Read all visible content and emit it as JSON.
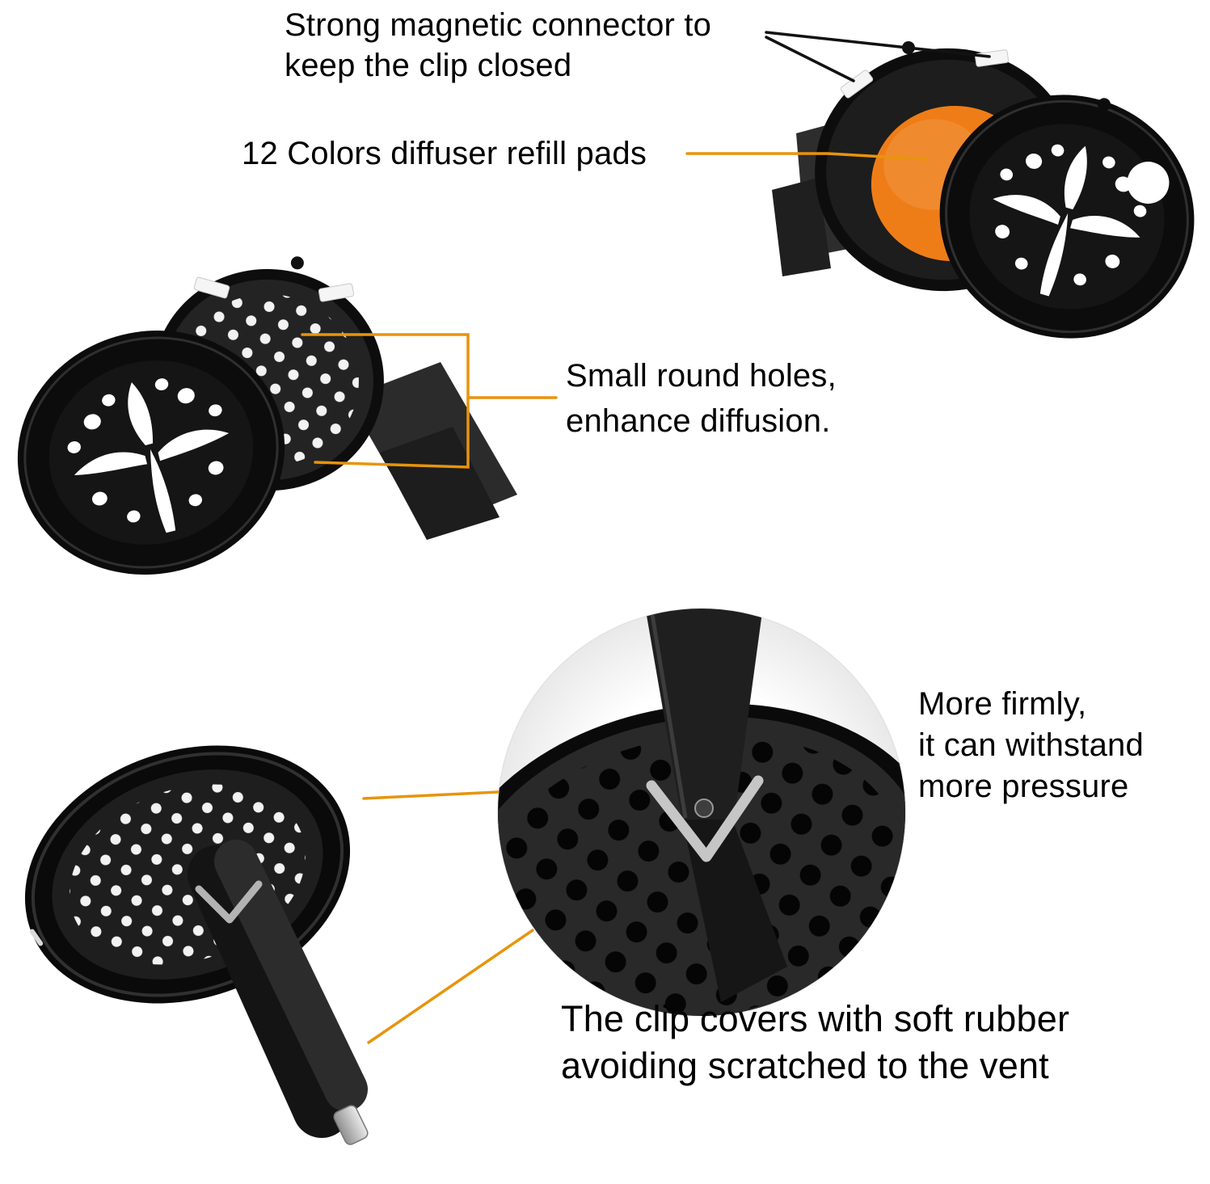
{
  "colors": {
    "background": "#ffffff",
    "text": "#000000",
    "accent_orange": "#E8940C",
    "callout_black": "#121212",
    "pad_orange": "#EF7D17",
    "product_black": "#121212"
  },
  "annotations": {
    "magnetic_connector": {
      "line1": "Strong magnetic connector to",
      "line2": "keep the clip closed"
    },
    "refill_pads": {
      "text": "12 Colors diffuser refill pads"
    },
    "round_holes": {
      "line1": "Small round holes,",
      "line2": "enhance diffusion."
    },
    "more_firmly": {
      "line1": "More firmly,",
      "line2": "it can withstand",
      "line3": "more pressure"
    },
    "soft_rubber": {
      "line1": "The clip covers with soft rubber",
      "line2": "avoiding scratched to the vent"
    }
  }
}
